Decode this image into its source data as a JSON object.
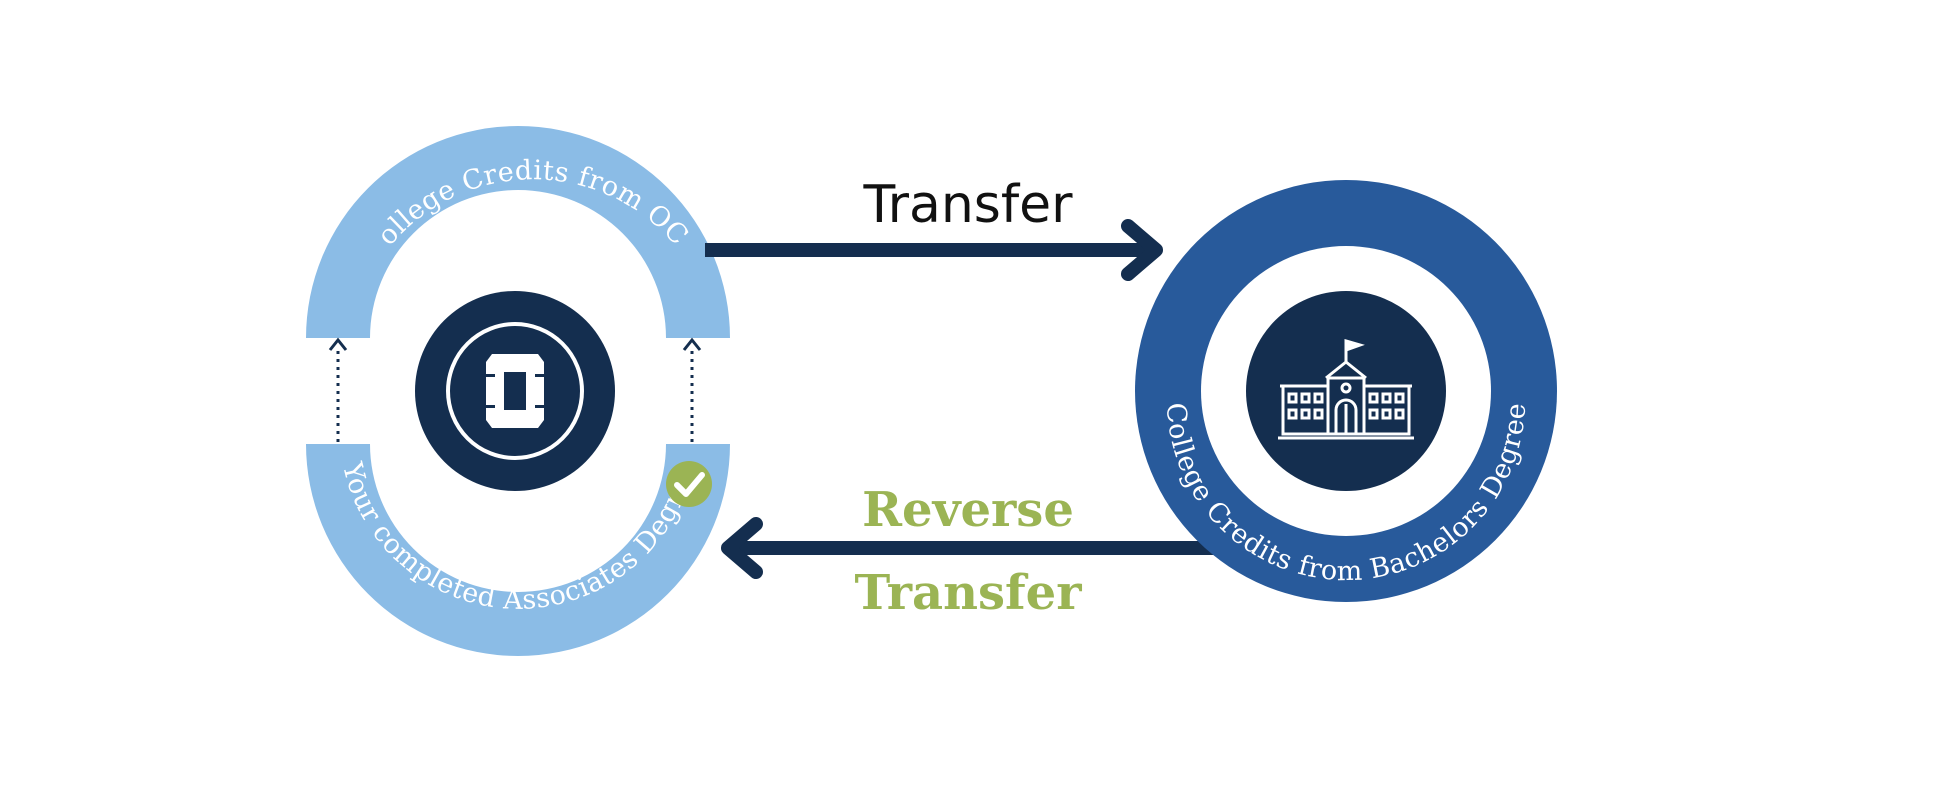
{
  "occ_ring": {
    "top_text": "College Credits from OCC",
    "bottom_text": "Your completed Associates Degree"
  },
  "bachelors_ring": {
    "text": "College Credits from Bachelors Degree"
  },
  "transfer": {
    "label": "Transfer"
  },
  "reverse_transfer": {
    "line1": "Reverse",
    "line2": "Transfer"
  },
  "colors": {
    "light_blue": "#8bbce6",
    "mid_blue": "#285a9b",
    "navy": "#142e4f",
    "green": "#9bb454",
    "white": "#ffffff",
    "black": "#111111"
  },
  "icons": {
    "occ_center": "occ-logo-icon",
    "bachelors_center": "school-building-icon",
    "completion": "checkmark-icon",
    "connectors": "dotted-up-arrow-icon"
  }
}
